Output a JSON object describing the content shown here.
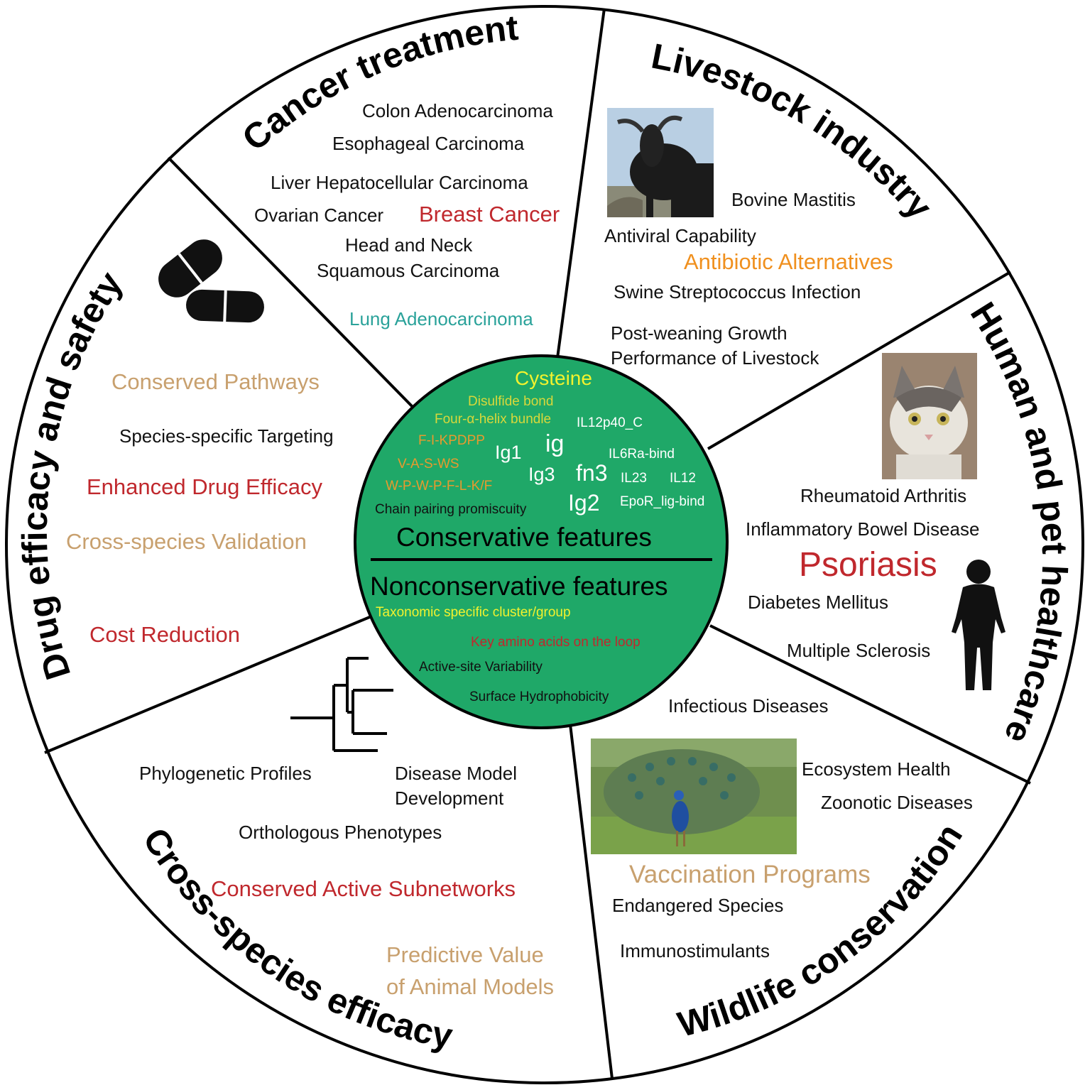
{
  "colors": {
    "black": "#111111",
    "red": "#c0282d",
    "orange": "#f0901e",
    "tan": "#c8a06e",
    "teal": "#2aa29a",
    "yellow": "#f2f22e",
    "yellow_green": "#d8d83a",
    "orange_inner": "#e89a2e",
    "green_fill": "#1fa868",
    "white": "#ffffff"
  },
  "sections": {
    "cancer": {
      "title": "Cancer treatment",
      "items": [
        "Colon Adenocarcinoma",
        "Esophageal Carcinoma",
        "Liver Hepatocellular Carcinoma",
        "Ovarian Cancer",
        "Breast Cancer",
        "Head and Neck",
        "Squamous Carcinoma",
        "Lung Adenocarcinoma"
      ]
    },
    "livestock": {
      "title": "Livestock industry",
      "items": [
        "Bovine Mastitis",
        "Antiviral Capability",
        "Antibiotic Alternatives",
        "Swine Streptococcus Infection",
        "Post-weaning Growth",
        "Performance of Livestock"
      ]
    },
    "human": {
      "title": "Human and pet healthcare",
      "items": [
        "Rheumatoid Arthritis",
        "Inflammatory Bowel Disease",
        "Psoriasis",
        "Diabetes Mellitus",
        "Multiple Sclerosis"
      ]
    },
    "wildlife": {
      "title": "Wildlife conservation",
      "items": [
        "Infectious Diseases",
        "Ecosystem Health",
        "Zoonotic Diseases",
        "Vaccination Programs",
        "Endangered Species",
        "Immunostimulants"
      ]
    },
    "cross": {
      "title": "Cross-species efficacy",
      "items": [
        "Phylogenetic Profiles",
        "Disease Model",
        "Development",
        "Orthologous Phenotypes",
        "Conserved Active Subnetworks",
        "Predictive Value",
        "of Animal Models"
      ]
    },
    "drug": {
      "title": "Drug efficacy and safety",
      "items": [
        "Conserved Pathways",
        "Species-specific Targeting",
        "Enhanced Drug Efficacy",
        "Cross-species Validation",
        "Cost Reduction"
      ]
    }
  },
  "center": {
    "conservative_title": "Conservative features",
    "nonconservative_title": "Nonconservative features",
    "conservative_items": [
      "Cysteine",
      "Disulfide bond",
      "Four-α-helix bundle",
      "IL12p40_C",
      "F-I-KPDPP",
      "Ig1",
      "ig",
      "IL6Ra-bind",
      "V-A-S-WS",
      "Ig3",
      "fn3",
      "IL23",
      "IL12",
      "W-P-W-P-F-L-K/F",
      "Ig2",
      "EpoR_lig-bind",
      "Chain pairing promiscuity"
    ],
    "nonconservative_items": [
      "Taxonomic specific cluster/group",
      "Key amino acids on the loop",
      "Active-site Variability",
      "Surface Hydrophobicity"
    ]
  }
}
